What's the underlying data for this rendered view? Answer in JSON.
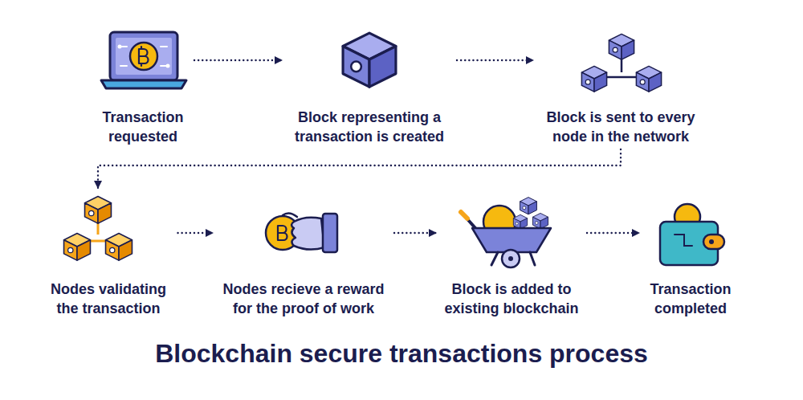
{
  "diagram": {
    "title": "Blockchain secure transactions process",
    "nodes": [
      {
        "text": [
          "Transaction requested"
        ]
      },
      {
        "text": [
          "Block representing a transaction is created"
        ]
      },
      {
        "text": [
          "Block is sent to every node in the network"
        ]
      },
      {
        "text": [
          "Nodes validating the transaction"
        ]
      },
      {
        "text": [
          "Nodes recieve a reward for the proof of work"
        ]
      },
      {
        "text": [
          "Block is added to existing blockchain"
        ]
      },
      {
        "text": [
          "Transaction completed"
        ]
      }
    ],
    "edges": [
      {
        "from": 0,
        "to": 1,
        "arrow": "to"
      },
      {
        "from": 1,
        "to": 2,
        "arrow": "to"
      },
      {
        "from": 2,
        "to": 3,
        "arrow": "to"
      },
      {
        "from": 3,
        "to": 4,
        "arrow": "to"
      },
      {
        "from": 4,
        "to": 5,
        "arrow": "to"
      },
      {
        "from": 5,
        "to": 6,
        "arrow": "to"
      }
    ]
  }
}
